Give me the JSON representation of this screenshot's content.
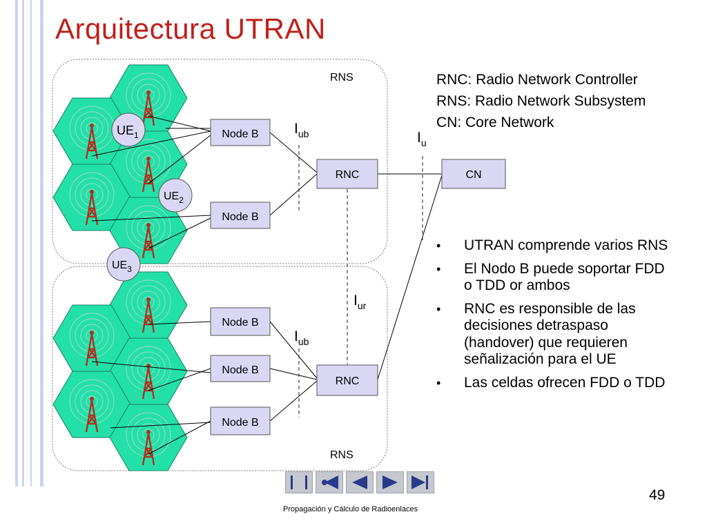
{
  "slide": {
    "title": "Arquitectura UTRAN",
    "page_number": "49",
    "footer": "Propagación y Cálculo de Radioenlaces"
  },
  "definitions": [
    "RNC: Radio Network Controller",
    "RNS: Radio Network Subsystem",
    "CN: Core Network"
  ],
  "bullets": [
    "UTRAN comprende varios RNS",
    "El Nodo B puede soportar FDD o TDD or ambos",
    "RNC es responsible de las decisiones detraspaso (handover) que requieren señalización para el UE",
    "Las celdas ofrecen FDD o TDD"
  ],
  "diagram": {
    "rns_top": "RNS",
    "rns_bottom": "RNS",
    "node_b": "Node B",
    "rnc": "RNC",
    "cn": "CN",
    "ue": [
      "UE",
      "UE",
      "UE"
    ],
    "ue_sub": [
      "1",
      "2",
      "3"
    ],
    "iface_main": "I",
    "iface_ub_sub": "ub",
    "iface_u_sub": "u",
    "iface_ur_sub": "ur"
  },
  "colors": {
    "title": "#c0201a",
    "cell_fill": "#22e0a8",
    "box_fill": "#d9d7f3",
    "tower": "#b03020"
  },
  "nav_icons": [
    "first-slide-icon",
    "previous-section-icon",
    "previous-slide-icon",
    "next-slide-icon",
    "last-slide-icon"
  ]
}
